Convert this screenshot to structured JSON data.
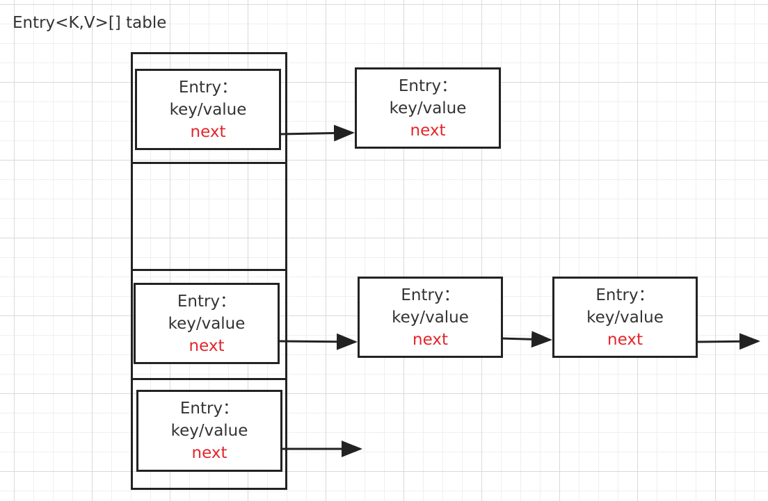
{
  "title": "Entry<K,V>[] table",
  "entry": {
    "line1": "Entry：",
    "line2": "key/value",
    "line3": "next"
  },
  "colors": {
    "stroke": "#222222",
    "next_text": "#e3262b",
    "text": "#333333"
  }
}
